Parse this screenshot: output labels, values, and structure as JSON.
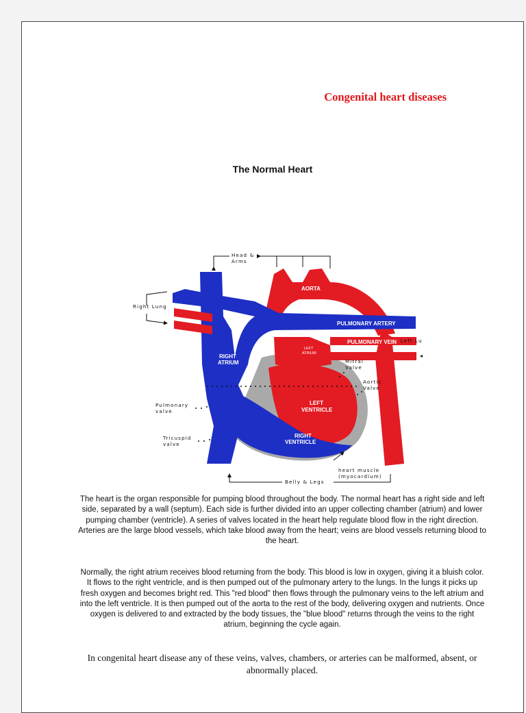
{
  "document": {
    "title": "Congenital heart diseases",
    "section_heading": "The Normal Heart"
  },
  "diagram": {
    "labels": {
      "head_arms": [
        "Head &",
        "Arms"
      ],
      "right_lung": "Right Lung",
      "left_lung": "Left Lung",
      "aorta": "AORTA",
      "pulmonary_artery": "PULMONARY ARTERY",
      "pulmonary_vein": "PULMONARY VEIN",
      "left_atrium": [
        "LEFT",
        "ATRIUM"
      ],
      "right_atrium": [
        "RIGHT",
        "ATRIUM"
      ],
      "mitral_valve": [
        "Mitral",
        "Valve"
      ],
      "aortic_valve": [
        "Aortic",
        "Valve"
      ],
      "left_ventricle": [
        "LEFT",
        "VENTRICLE"
      ],
      "right_ventricle": [
        "RIGHT",
        "VENTRICLE"
      ],
      "pulmonary_valve": [
        "Pulmonary",
        "valve"
      ],
      "tricuspid_valve": [
        "Tricuspid",
        "valve"
      ],
      "heart_muscle": [
        "heart muscle",
        "(myocardium)"
      ],
      "belly_legs": "Belly & Legs"
    },
    "colors": {
      "oxygenated": "#e31b23",
      "deoxygenated": "#1d2fc4",
      "myocardium": "#a9a9a9"
    }
  },
  "paragraphs": [
    "The heart is the organ responsible for pumping blood throughout the body. The normal heart has a right side and left side, separated by a wall (septum). Each side is further divided into an upper collecting chamber (atrium) and lower pumping chamber (ventricle). A series of valves located in the heart help regulate blood flow in the right direction. Arteries are the large blood vessels, which take blood away from the heart; veins are blood vessels returning blood to the heart.",
    "Normally, the right atrium receives blood returning from the body. This blood is low in oxygen, giving it a bluish color. It flows to the right ventricle, and is then pumped out of the pulmonary artery to the lungs. In the lungs it picks up fresh oxygen and becomes bright red. This \"red blood\" then flows through the pulmonary veins to the left atrium and into the left ventricle. It is then pumped out of the aorta to the rest of the body, delivering oxygen and nutrients. Once oxygen is delivered to and extracted by the body tissues, the \"blue blood\" returns through the veins to the right atrium, beginning the cycle again.",
    "In congenital heart disease any of these veins, valves, chambers, or arteries can be malformed, absent, or abnormally placed."
  ]
}
